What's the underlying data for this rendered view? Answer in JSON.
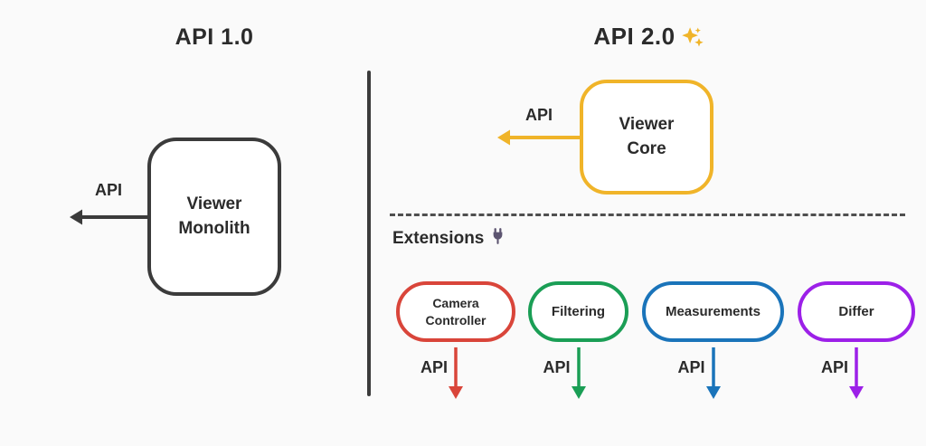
{
  "colors": {
    "background": "#fafafa",
    "ink": "#2b2b2b",
    "dark": "#3b3b3b",
    "gold": "#f0b429",
    "plug": "#5c5470"
  },
  "left_panel": {
    "title": "API 1.0",
    "api_label": "API",
    "box_label": "Viewer Monolith"
  },
  "right_panel": {
    "title": "API 2.0",
    "sparkles_icon": "✨",
    "api_label": "API",
    "core_box_label": "Viewer Core",
    "extensions_heading": "Extensions",
    "plug_icon": "🔌",
    "extensions": [
      {
        "label": "Camera Controller",
        "api_label": "API",
        "color": "#d9453a"
      },
      {
        "label": "Filtering",
        "api_label": "API",
        "color": "#1a9e55"
      },
      {
        "label": "Measurements",
        "api_label": "API",
        "color": "#1a74ba"
      },
      {
        "label": "Differ",
        "api_label": "API",
        "color": "#9c20e8"
      }
    ]
  }
}
